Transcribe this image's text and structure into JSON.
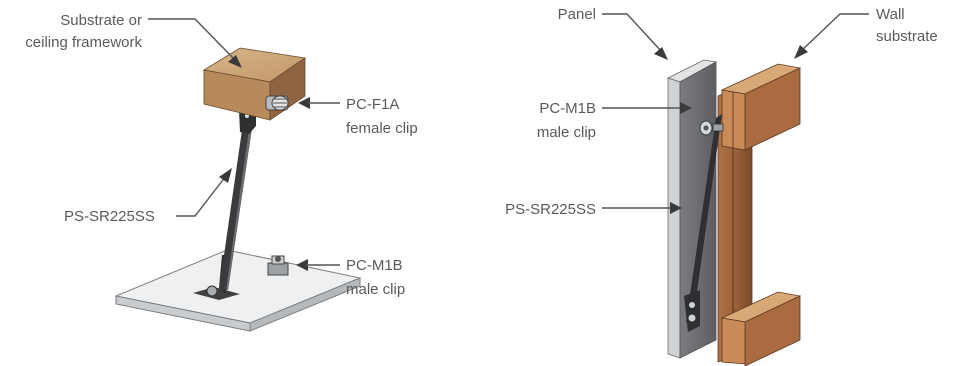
{
  "left_diagram": {
    "substrate_label_line1": "Substrate or",
    "substrate_label_line2": "ceiling framework",
    "female_clip_line1": "PC-F1A",
    "female_clip_line2": "female clip",
    "rod_label": "PS-SR225SS",
    "male_clip_line1": "PC-M1B",
    "male_clip_line2": "male clip"
  },
  "right_diagram": {
    "panel_label": "Panel",
    "wall_label_line1": "Wall",
    "wall_label_line2": "substrate",
    "male_clip_line1": "PC-M1B",
    "male_clip_line2": "male clip",
    "rod_label": "PS-SR225SS"
  },
  "colors": {
    "wood_light": "#c49a6c",
    "wood_dark": "#8a5a3a",
    "panel_gray": "#6b6d70",
    "panel_edge": "#d6d8da",
    "base_plate": "#e8eaeb",
    "rod": "#3a3b3d"
  }
}
